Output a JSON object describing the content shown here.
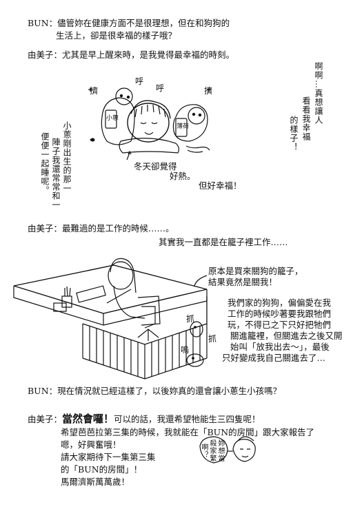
{
  "interview": {
    "q1": {
      "speaker": "BUN：",
      "line1": "儘管妳在健康方面不是很理想，但在和狗狗的",
      "line2": "生活上，卻是很幸福的樣子哦？"
    },
    "a1": {
      "speaker": "由美子：",
      "text": "尤其是早上醒來時，是我覺得最幸福的時刻。"
    },
    "a2": {
      "speaker": "由美子：",
      "line1": "最難過的是工作的時候……。",
      "line2": "其實我一直都是在籠子裡工作……"
    },
    "q2": {
      "speaker": "BUN：",
      "text": "現在情況就已經這樣了，以後妳真的還會讓小蔥生小孩嗎？"
    },
    "a3": {
      "speaker": "由美子：",
      "line1_emph": "當然會囉！",
      "line1_rest": "可以的話，我還希望牠能生三四隻呢！",
      "line2": "希望芭芭拉第三集的時候，我就能在「BUN的房間」跟大家報告了",
      "line3": "嗯，好興奮哦！",
      "line4": "請大家期待下一集第三集",
      "line5": "的「BUN的房間」！",
      "line6": "馬爾濟斯萬萬歲！"
    }
  },
  "illustration1": {
    "sfx_a": "擠",
    "sfx_b": "呼",
    "sfx_c": "呼",
    "sfx_d": "擠",
    "dog_left_tag": "小蔥",
    "dog_right_tag": "薄荷",
    "left_caption_col1": "小蔥剛出生的那一",
    "left_caption_col2": "陣子我還常常和一",
    "left_caption_col3": "便便一起睡呢。",
    "right_caption_col1": "啊啊…真想讓人",
    "right_caption_col2": "看看我幸福",
    "right_caption_col3": "的樣子！",
    "bottom_caption1": "冬天卻覺得",
    "bottom_caption2": "好熱。",
    "bottom_caption3": "但好幸福！"
  },
  "illustration2": {
    "caption_top1": "原本是買來關狗的籠子，",
    "caption_top2": "結果竟然是關我！",
    "caption_side1": "我們家的狗狗，偏偏愛在我",
    "caption_side2": "工作的時候吵著要我跟牠們",
    "caption_side3": "玩，不得已之下只好把牠們",
    "caption_side4": "關進籠裡，但關進去之後又開",
    "caption_side5": "始叫「放我出去～」，最後",
    "caption_side6": "只好變成我自己關進去了…",
    "sfx1": "抓",
    "sfx2": "抓",
    "sfx3": "嗚"
  },
  "illustration3": {
    "bubble_col1": "妳想當",
    "bubble_col2": "殺家繁",
    "bubble_col3": "啊？"
  }
}
